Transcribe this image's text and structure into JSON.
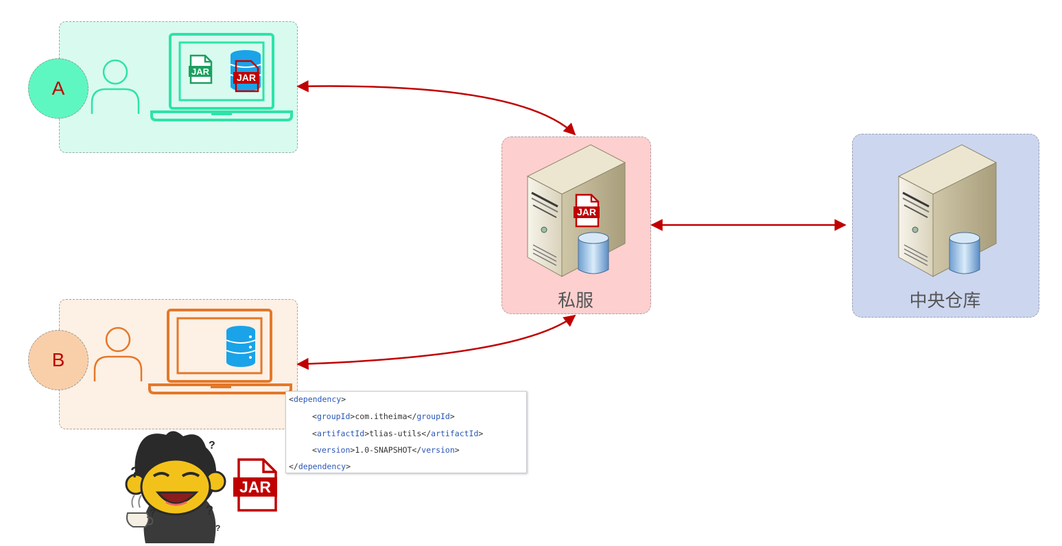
{
  "nodes": {
    "developer_a": {
      "label": "A",
      "color": "#5ff7c1"
    },
    "developer_b": {
      "label": "B",
      "color": "#f9cfaa"
    },
    "private_server": {
      "label": "私服"
    },
    "central_repository": {
      "label": "中央仓库"
    }
  },
  "jar_badge": "JAR",
  "dependency_snippet": {
    "open_tag": "dependency",
    "group_id_tag": "groupId",
    "group_id": "com.itheima",
    "artifact_id_tag": "artifactId",
    "artifact_id": "tlias-utils",
    "version_tag": "version",
    "version": "1.0-SNAPSHOT"
  },
  "colors": {
    "arrow": "#c00000",
    "laptop_a": "#2de3a8",
    "laptop_b": "#e4782a",
    "jar_green": "#1aa060",
    "jar_red": "#c00000",
    "database_blue": "#1aa3e8"
  }
}
